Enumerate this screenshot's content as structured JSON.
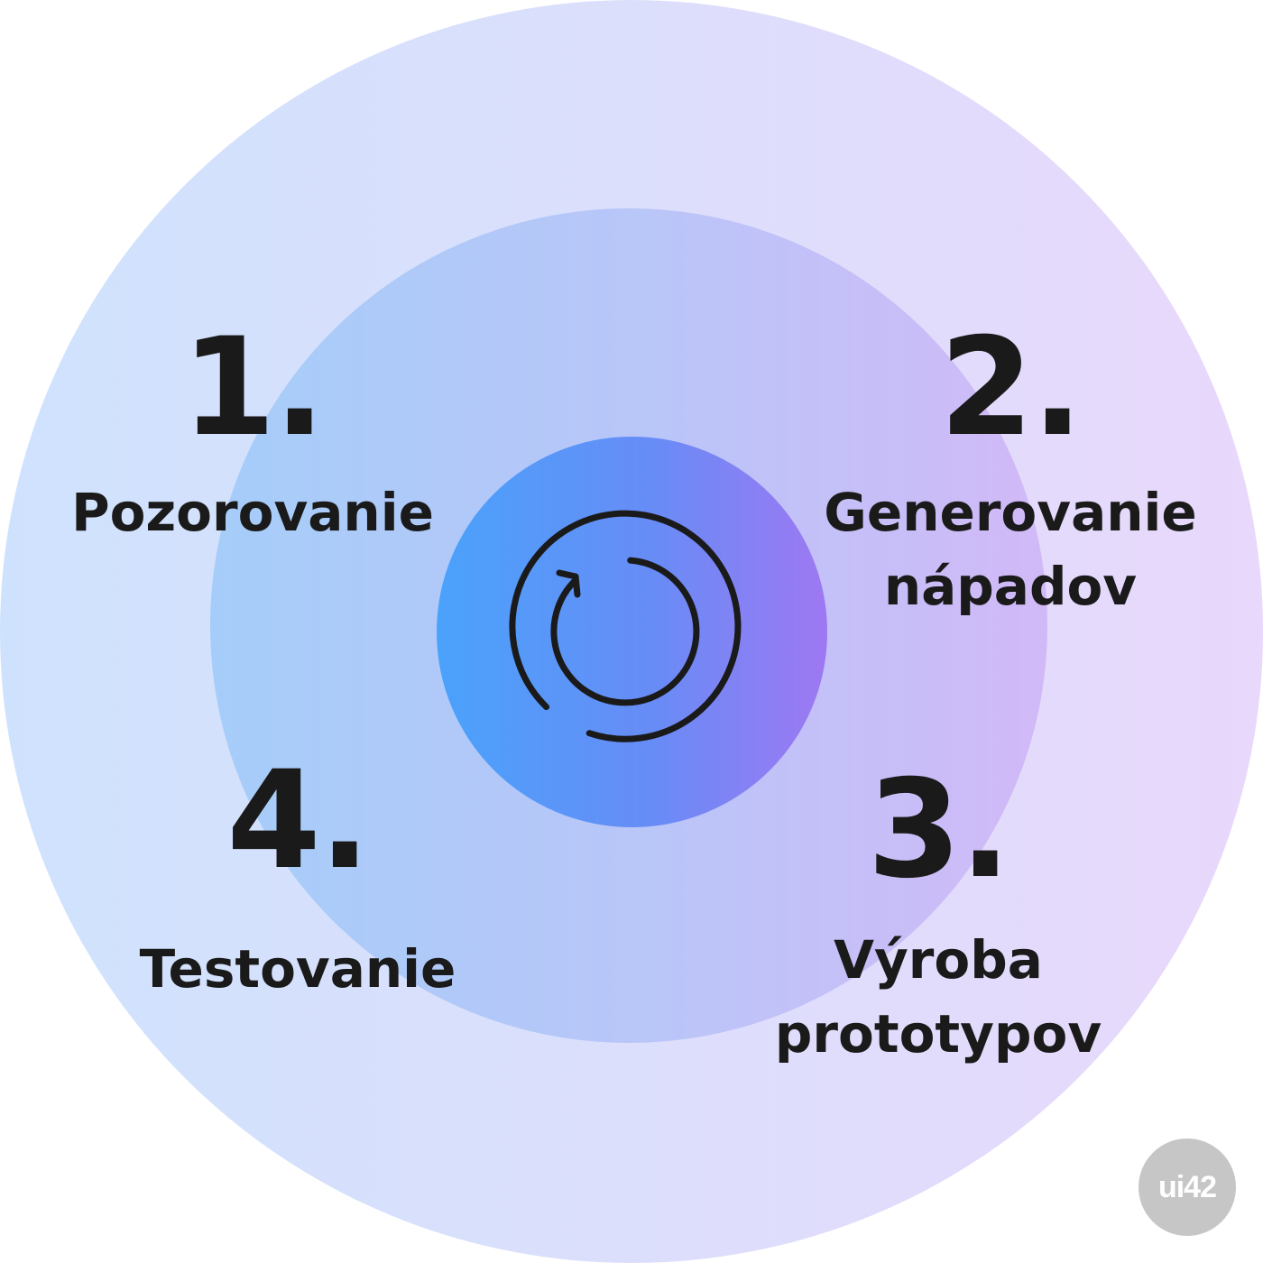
{
  "steps": [
    {
      "number": "1.",
      "label": "Pozorovanie"
    },
    {
      "number": "2.",
      "label": "Generovanie\nnápadov"
    },
    {
      "number": "3.",
      "label": "Výroba\nprototypov"
    },
    {
      "number": "4.",
      "label": "Testovanie"
    }
  ],
  "center_icon": "cycle-arrow-icon",
  "logo": {
    "text": "ui42"
  },
  "colors": {
    "outer_left": "#cfe2fd",
    "outer_right": "#e8d8fb",
    "middle_left": "#a6cdf9",
    "middle_right": "#d1b9f7",
    "inner_left": "#4aa2fb",
    "inner_right": "#9e78f2",
    "text": "#1a1a1a",
    "logo_bg": "#c6c6c6"
  }
}
